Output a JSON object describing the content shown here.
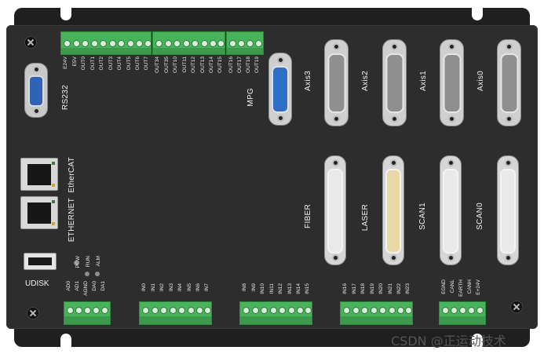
{
  "top_terminals": {
    "group1": [
      "E24V",
      "E5V",
      "OUT0",
      "OUT1",
      "OUT2",
      "OUT3",
      "OUT4",
      "OUT5",
      "OUT6",
      "OUT7"
    ],
    "group2": [
      "OUT34",
      "OUT35",
      "OUT10",
      "OUT11",
      "OUT12",
      "OUT13",
      "OUT14",
      "OUT15"
    ],
    "group3": [
      "OUT16",
      "OUT17",
      "OUT18",
      "OUT19"
    ],
    "mpg_label": "MPG"
  },
  "bottom_terminals": {
    "ad": [
      "AD0",
      "AD1",
      "AGND",
      "DA0",
      "DA1"
    ],
    "in_a": [
      "IN0",
      "IN1",
      "IN2",
      "IN3",
      "IN4",
      "IN5",
      "IN6",
      "IN7"
    ],
    "in_b": [
      "IN8",
      "IN9",
      "IN10",
      "IN11",
      "IN12",
      "IN13",
      "IN14",
      "IN15"
    ],
    "in_c": [
      "IN16",
      "IN17",
      "IN18",
      "IN19",
      "IN20",
      "IN21",
      "IN22",
      "IN23"
    ],
    "can": [
      "EGND",
      "CANL",
      "EARTH",
      "CANH",
      "E+24V"
    ]
  },
  "leds": [
    "POW",
    "RUN",
    "ALM"
  ],
  "ports": {
    "rs232": "RS232",
    "ethercat": "EtherCAT",
    "ethernet": "ETHERNET",
    "udisk": "UDISK"
  },
  "axes": [
    "Axis3",
    "Axis2",
    "Axis1",
    "Axis0"
  ],
  "db25": [
    "FIBER",
    "LASER",
    "SCAN1",
    "SCAN0"
  ],
  "watermark": "CSDN @正运动技术",
  "colors": {
    "terminal_green": "#49b35c",
    "panel": "#2d2d2d",
    "mpg_connector": "#2f6fc4",
    "laser_pins": "#e9d9a6"
  }
}
